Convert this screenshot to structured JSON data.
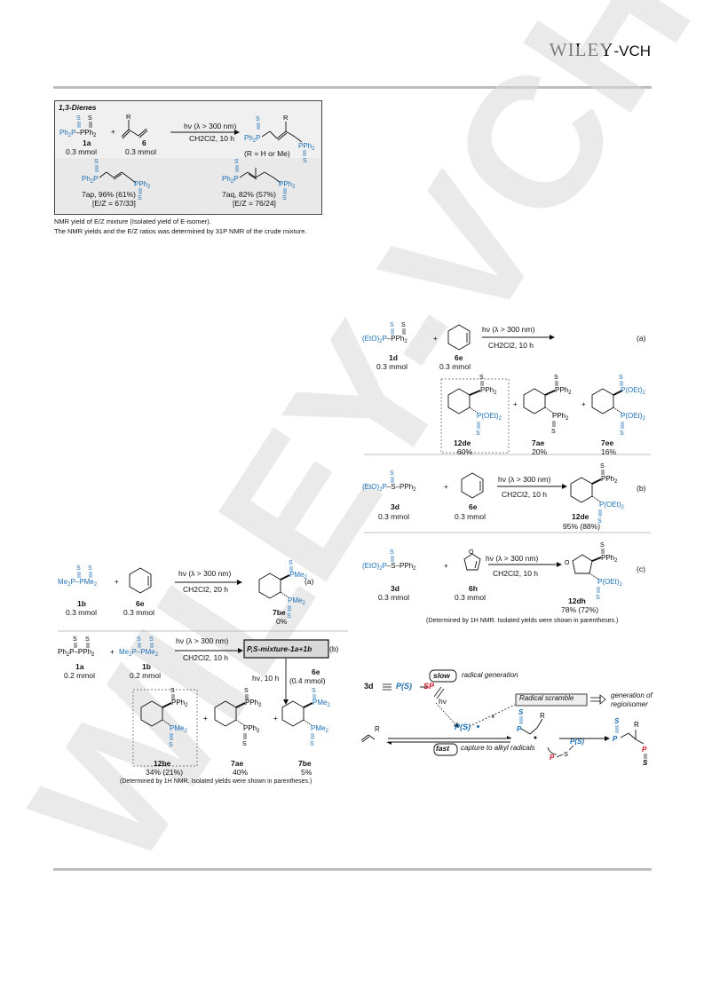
{
  "header": {
    "logo_main": "WILEY",
    "logo_suffix": "-VCH"
  },
  "watermark": {
    "text": "WILEY-VCH"
  },
  "dienes": {
    "title": "1,3-Dienes",
    "condition": "hν (λ > 300 nm)",
    "solvent": "CH2Cl2, 10 h",
    "r_note": "(R = H or Me)",
    "reagent_1a": "1a",
    "reagent_1a_amt": "0.3 mmol",
    "reagent_6": "6",
    "reagent_6_amt": "0.3 mmol",
    "p7ap_yield": "7ap, 96% (61%)",
    "p7ap_ratio": "[E/Z = 67/33]",
    "p7aq_yield": "7aq, 82% (57%)",
    "p7aq_ratio": "[E/Z = 76/24]",
    "note1": "NMR yield of E/Z mixture (Isolated yield of E-isomer).",
    "note2": "The NMR yields and the E/Z ratios was determined by 31P NMR of the crude mixture."
  },
  "scheme_right": {
    "a": {
      "tag": "(a)",
      "r1": "1d",
      "r1_amt": "0.3 mmol",
      "r2": "6e",
      "r2_amt": "0.3 mmol",
      "cond": "hν (λ > 300 nm)",
      "solv": "CH2Cl2, 10 h",
      "p1": "12de",
      "p1_y": "60%",
      "p2": "7ae",
      "p2_y": "20%",
      "p3": "7ee",
      "p3_y": "16%"
    },
    "b": {
      "tag": "(b)",
      "r1": "3d",
      "r1_amt": "0.3 mmol",
      "r2": "6e",
      "r2_amt": "0.3 mmol",
      "cond": "hν (λ > 300 nm)",
      "solv": "CH2Cl2, 10 h",
      "p1": "12de",
      "p1_y": "95% (88%)"
    },
    "c": {
      "tag": "(c)",
      "r1": "3d",
      "r1_amt": "0.3 mmol",
      "r2": "6h",
      "r2_amt": "0.3 mmol",
      "cond": "hν (λ > 300 nm)",
      "solv": "CH2Cl2, 10 h",
      "p1": "12dh",
      "p1_y": "78% (72%)",
      "note": "(Determined by 1H NMR. Isolated yields were shown in parentheses.)"
    }
  },
  "scheme_left": {
    "a": {
      "tag": "(a)",
      "r1": "1b",
      "r1_amt": "0.3 mmol",
      "r2": "6e",
      "r2_amt": "0.3 mmol",
      "cond": "hν (λ > 300 nm)",
      "solv": "CH2Cl2, 20 h",
      "p1": "7be",
      "p1_y": "0%"
    },
    "b": {
      "tag": "(b)",
      "r1": "1a",
      "r1_amt": "0.2 mmol",
      "r2": "1b",
      "r2_amt": "0.2 mmol",
      "cond": "hν (λ > 300 nm)",
      "solv": "CH2Cl2, 10 h",
      "box": "P,S-mixture-1a+1b",
      "step2": "hν, 10 h",
      "step2_reagent": "6e",
      "step2_amt": "(0.4 mmol)",
      "p1": "12be",
      "p1_y": "34% (21%)",
      "p2": "7ae",
      "p2_y": "40%",
      "p3": "7be",
      "p3_y": "5%",
      "note": "(Determined by 1H NMR. Isolated yields were shown in parentheses.)"
    }
  },
  "mechanism": {
    "label": "3d",
    "slow": "slow",
    "slow_text": "radical generation",
    "hv": "hν",
    "scramble": "Radical scramble",
    "scramble_result": "generation of regioisomer",
    "fast": "fast",
    "fast_text": "capture to alkyl radicals",
    "ps": "P(S)",
    "sp": "SP"
  }
}
